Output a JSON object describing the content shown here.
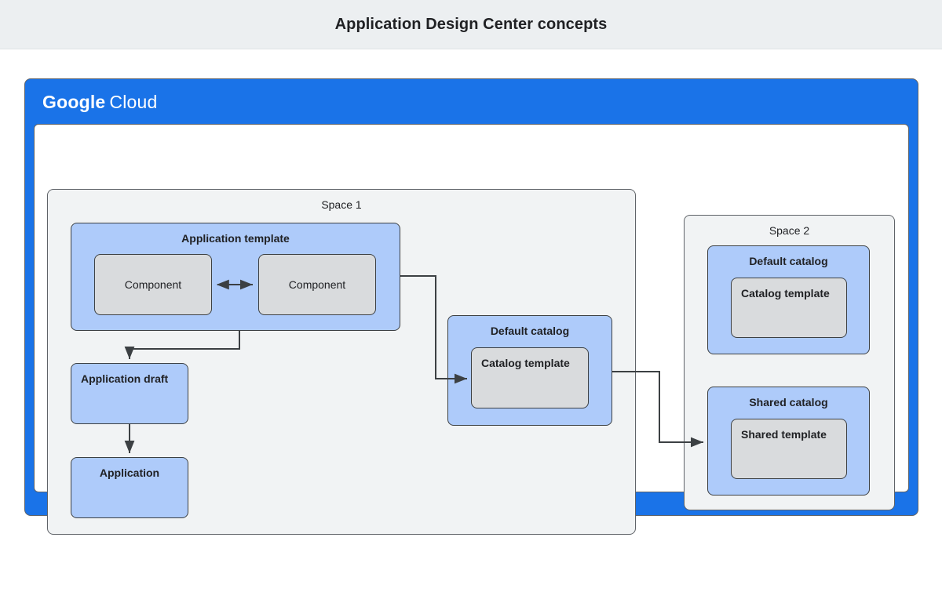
{
  "header": {
    "title": "Application Design Center concepts"
  },
  "cloud_frame": {
    "logo_primary": "Google",
    "logo_secondary": "Cloud"
  },
  "colors": {
    "header_bg": "#eceff1",
    "cloud_blue": "#1a73e8",
    "box_blue": "#aecbfa",
    "box_gray": "#d9dbdd",
    "space_bg": "#f1f3f4",
    "border": "#3c4043",
    "text": "#202124"
  },
  "spaces": [
    {
      "id": "space-1",
      "label": "Space 1",
      "boxes": {
        "app_template": {
          "title": "Application template",
          "components": [
            {
              "label": "Component"
            },
            {
              "label": "Component"
            }
          ]
        },
        "app_draft": {
          "label": "Application draft"
        },
        "application": {
          "label": "Application"
        },
        "default_catalog": {
          "title": "Default catalog",
          "template": {
            "label": "Catalog template"
          }
        }
      }
    },
    {
      "id": "space-2",
      "label": "Space 2",
      "boxes": {
        "default_catalog": {
          "title": "Default catalog",
          "template": {
            "label": "Catalog template"
          }
        },
        "shared_catalog": {
          "title": "Shared catalog",
          "template": {
            "label": "Shared template"
          }
        }
      }
    }
  ],
  "connectors": [
    {
      "name": "component-to-component",
      "style": "double-arrow"
    },
    {
      "name": "app-template-to-app-draft",
      "style": "arrow"
    },
    {
      "name": "app-draft-to-application",
      "style": "arrow"
    },
    {
      "name": "app-template-to-default-catalog",
      "style": "arrow"
    },
    {
      "name": "default-catalog-to-shared-catalog",
      "style": "arrow"
    }
  ]
}
